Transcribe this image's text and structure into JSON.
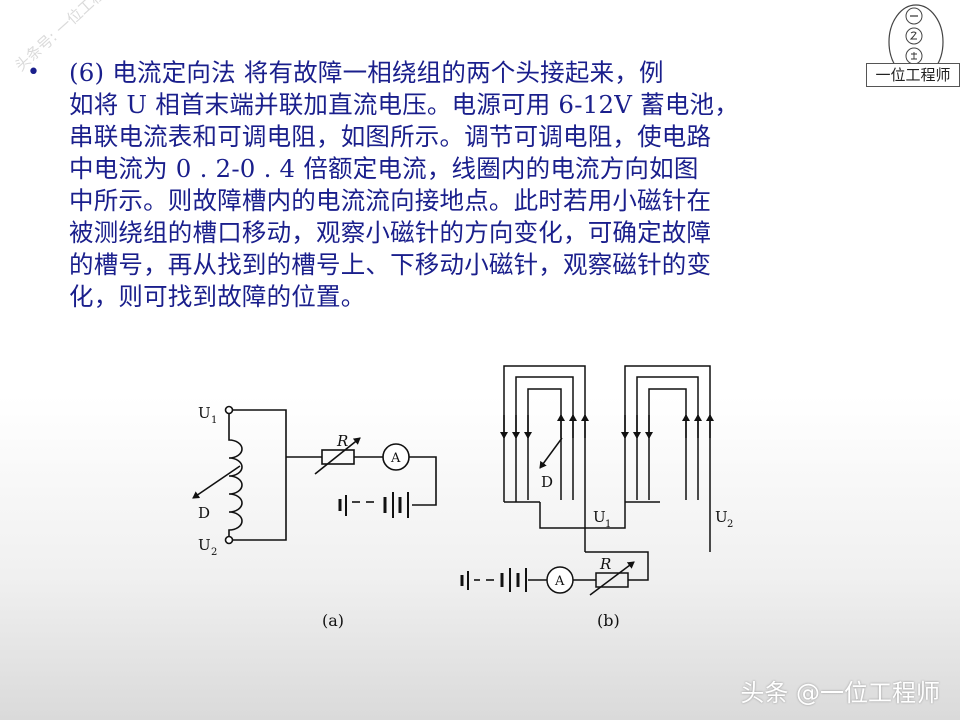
{
  "bullet_symbol": "•",
  "paragraph_lines": [
    "(6) 电流定向法    将有故障一相绕组的两个头接起来，例",
    "如将 U 相首末端并联加直流电压。电源可用 6-12V 蓄电池，",
    "串联电流表和可调电阻，如图所示。调节可调电阻，使电路",
    "中电流为 0 . 2-0 . 4 倍额定电流，线圈内的电流方向如图",
    "中所示。则故障槽内的电流流向接地点。此时若用小磁针在",
    "被测绕组的槽口移动，观察小磁针的方向变化，可确定故障",
    "的槽号，再从找到的槽号上、下移动小磁针，观察磁针的变",
    "化，则可找到故障的位置。"
  ],
  "diagonal_watermark": "头条号: 一位工程师",
  "stamp": {
    "name": "一位工程师"
  },
  "figure_a": {
    "u1_label": "U",
    "u1_sub": "1",
    "u2_label": "U",
    "u2_sub": "2",
    "fault_label": "D",
    "resistor_label": "R",
    "ammeter_label": "A",
    "caption": "(a)"
  },
  "figure_b": {
    "fault_label": "D",
    "u1_label": "U",
    "u1_sub": "1",
    "u2_label": "U",
    "u2_sub": "2",
    "resistor_label": "R",
    "ammeter_label": "A",
    "caption": "(b)"
  },
  "footer_watermark": "头条 @一位工程师"
}
